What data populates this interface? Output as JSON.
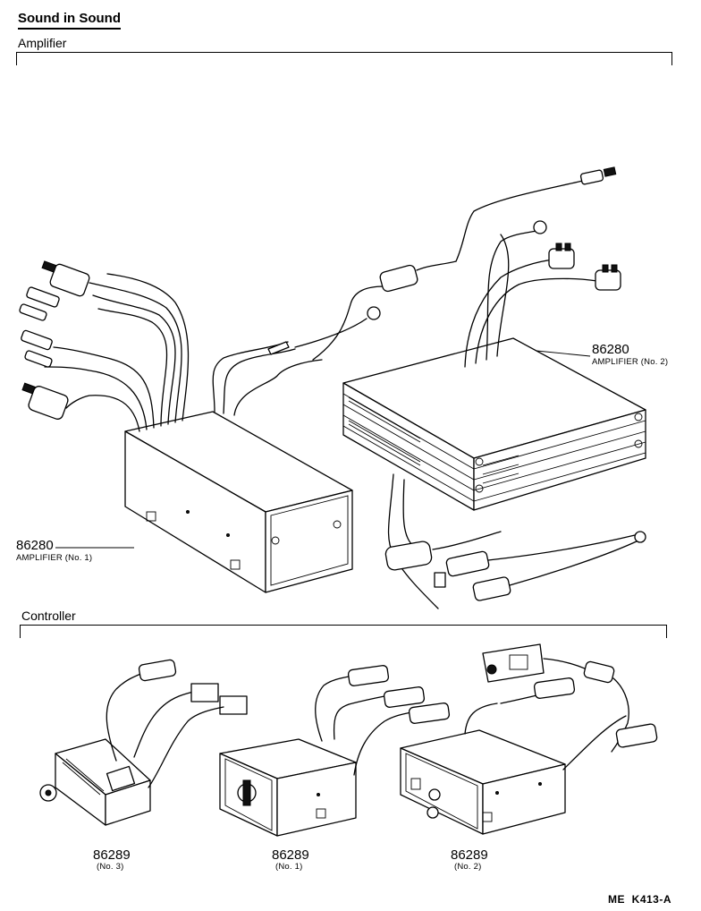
{
  "header": {
    "title": "Sound in Sound"
  },
  "sections": {
    "amplifier": "Amplifier",
    "controller": "Controller"
  },
  "parts": {
    "amp_no1": {
      "number": "86280",
      "name": "AMPLIFIER (No. 1)"
    },
    "amp_no2": {
      "number": "86280",
      "name": "AMPLIFIER (No. 2)"
    },
    "ctrl_no3": {
      "number": "86289",
      "name": "(No. 3)"
    },
    "ctrl_no1": {
      "number": "86289",
      "name": "(No. 1)"
    },
    "ctrl_no2": {
      "number": "86289",
      "name": "(No. 2)"
    }
  },
  "footer": {
    "reference": "ME  K413-A"
  }
}
